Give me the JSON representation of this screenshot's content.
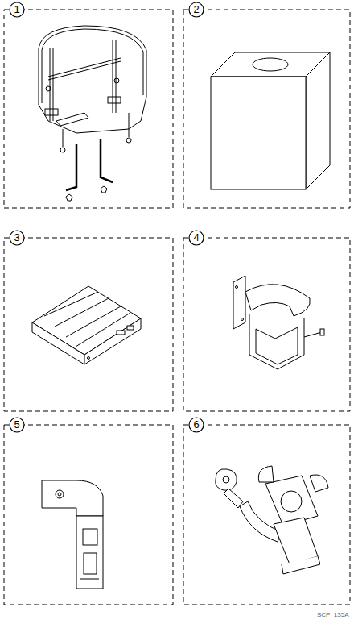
{
  "diagram": {
    "labels": [
      "1",
      "2",
      "3",
      "4",
      "5",
      "6",
      "SCP_135A"
    ]
  }
}
